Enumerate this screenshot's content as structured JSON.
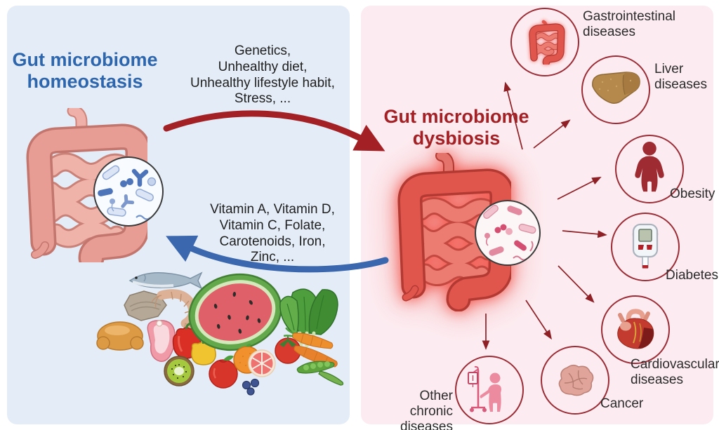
{
  "left_panel": {
    "title": "Gut microbiome\nhomeostasis",
    "illustrations": {
      "gut": "healthy-intestine",
      "magnifier": "healthy-gut-bacteria",
      "foods": [
        "fish",
        "oyster",
        "shrimp",
        "roast-chicken",
        "meat",
        "red-bell-pepper",
        "yellow-bell-pepper",
        "kiwi",
        "watermelon",
        "apple",
        "orange",
        "grapefruit",
        "tomato",
        "leafy-greens",
        "carrots",
        "peas",
        "blueberries"
      ]
    }
  },
  "right_panel": {
    "title": "Gut microbiome\ndysbiosis",
    "illustrations": {
      "gut": "inflamed-intestine",
      "magnifier": "dysbiotic-gut-bacteria"
    },
    "diseases": [
      {
        "id": "gastrointestinal",
        "label": "Gastrointestinal\ndiseases",
        "icon": "inflamed-intestine-icon"
      },
      {
        "id": "liver",
        "label": "Liver\ndiseases",
        "icon": "liver-icon"
      },
      {
        "id": "obesity",
        "label": "Obesity",
        "icon": "obese-person-icon"
      },
      {
        "id": "diabetes",
        "label": "Diabetes",
        "icon": "glucometer-icon"
      },
      {
        "id": "cardiovascular",
        "label": "Cardiovascular\ndiseases",
        "icon": "heart-icon"
      },
      {
        "id": "cancer",
        "label": "Cancer",
        "icon": "tumor-icon"
      },
      {
        "id": "other",
        "label": "Other chronic\ndiseases",
        "icon": "patient-iv-drip-icon"
      }
    ]
  },
  "transition": {
    "risk_factors": "Genetics,\nUnhealthy diet,\nUnhealthy lifestyle habit,\nStress, ...",
    "nutrients": "Vitamin A, Vitamin D,\nVitamin C, Folate,\nCarotenoids, Iron,\nZinc, ..."
  },
  "colors": {
    "left_panel_bg": "#e4edf7",
    "right_panel_bg": "#fcecf1",
    "homeostasis_title": "#2e66ae",
    "dysbiosis_title": "#a32025",
    "disease_circle_border": "#9b2c35",
    "risk_arrow": "#a32025",
    "nutrient_arrow": "#3a67ae",
    "spoke_arrow": "#8e2026",
    "label_text": "#2b2b2b"
  }
}
